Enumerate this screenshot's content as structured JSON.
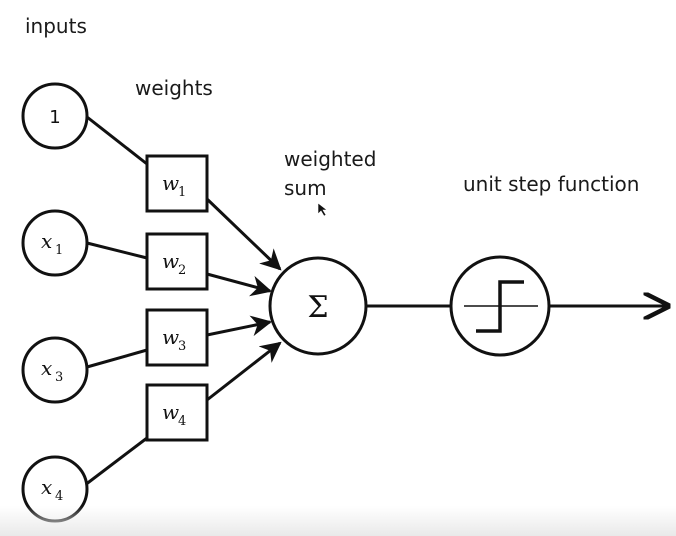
{
  "labels": {
    "inputs": "inputs",
    "weights": "weights",
    "weighted_sum_line1": "weighted",
    "weighted_sum_line2": "sum",
    "step_function": "unit step function"
  },
  "inputs": [
    {
      "symbol": "1",
      "sub": ""
    },
    {
      "symbol": "x",
      "sub": "1"
    },
    {
      "symbol": "x",
      "sub": "3"
    },
    {
      "symbol": "x",
      "sub": "4"
    }
  ],
  "weights": [
    {
      "symbol": "w",
      "sub": "1"
    },
    {
      "symbol": "w",
      "sub": "2"
    },
    {
      "symbol": "w",
      "sub": "3"
    },
    {
      "symbol": "w",
      "sub": "4"
    }
  ],
  "sum_symbol": "Σ",
  "colors": {
    "stroke": "#111111",
    "text": "#1a1a1a",
    "background": "#ffffff"
  }
}
